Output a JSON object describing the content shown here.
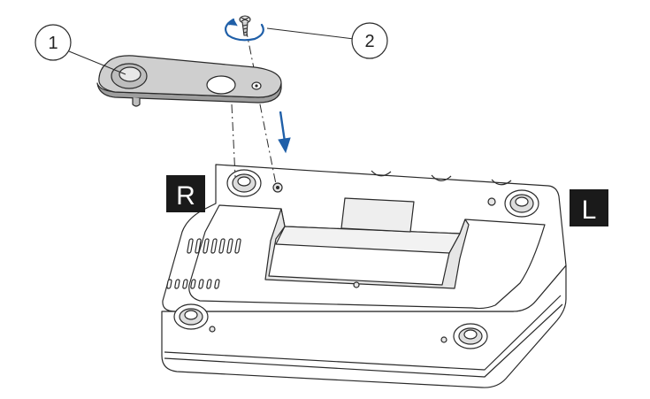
{
  "diagram": {
    "callouts": [
      {
        "number": "1",
        "part": "bracket-plate"
      },
      {
        "number": "2",
        "part": "screw"
      }
    ],
    "side_labels": {
      "right": "R",
      "left": "L"
    },
    "colors": {
      "line": "#2a2a2a",
      "part_fill": "#cfcfcf",
      "base_fill": "#ffffff",
      "shade_fill": "#e6e6e6",
      "arrow": "#1f5fa8",
      "label_bg": "#1a1a1a",
      "label_text": "#ffffff"
    },
    "icons": [
      "rotate-arrow-icon",
      "down-arrow-icon"
    ]
  }
}
